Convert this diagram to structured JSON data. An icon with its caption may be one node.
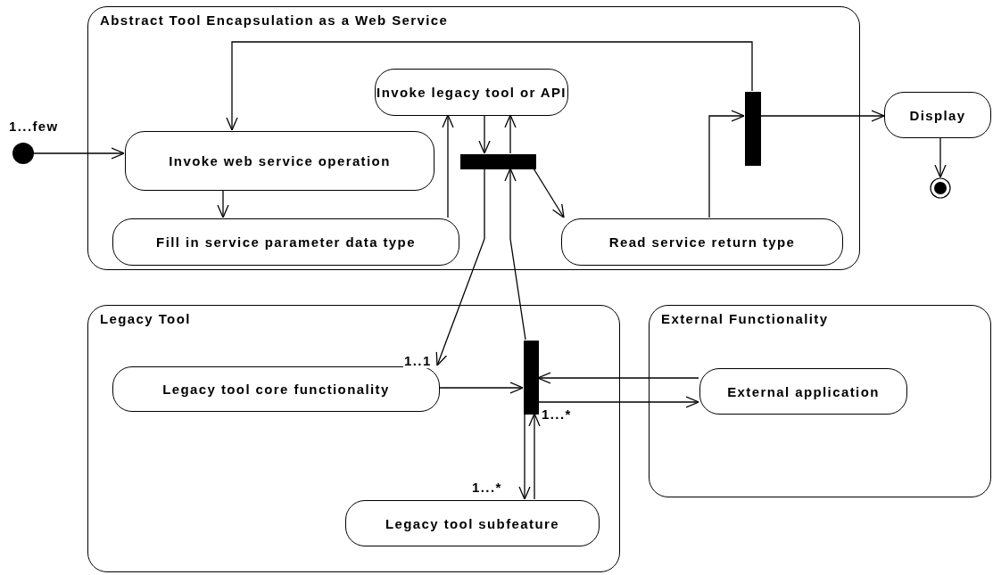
{
  "diagram": {
    "nodes": [
      {
        "text": [
          "Abstract Tool Encapsulation as a Web Service"
        ]
      },
      {
        "text": [],
        "shape": "circle",
        "beside": [
          "1...few"
        ]
      },
      {
        "text": [
          "Invoke web service operation"
        ],
        "in": 0
      },
      {
        "text": [
          "Fill in service parameter data type"
        ],
        "in": 0
      },
      {
        "text": [
          "Invoke legacy tool or API"
        ],
        "in": 0
      },
      {
        "text": [],
        "shape": "bar",
        "in": 0
      },
      {
        "text": [
          "Read service return type"
        ],
        "in": 0
      },
      {
        "text": [],
        "shape": "bar",
        "in": 0
      },
      {
        "text": [
          "Display"
        ]
      },
      {
        "text": [],
        "shape": "circle"
      },
      {
        "text": [
          "Legacy Tool"
        ]
      },
      {
        "text": [
          "Legacy tool core functionality"
        ],
        "in": 10
      },
      {
        "text": [],
        "shape": "bar",
        "in": 10
      },
      {
        "text": [
          "Legacy tool subfeature"
        ],
        "in": 10
      },
      {
        "text": [
          "External Functionality"
        ]
      },
      {
        "text": [
          "External application"
        ],
        "in": 14
      }
    ],
    "edges": [
      {
        "from": 1,
        "to": 2,
        "arrow": "to"
      },
      {
        "from": 2,
        "to": 3,
        "arrow": "to"
      },
      {
        "from": 3,
        "to": 4,
        "arrow": "to"
      },
      {
        "from": 4,
        "to": 5,
        "arrow": "to"
      },
      {
        "from": 5,
        "to": 4,
        "arrow": "to"
      },
      {
        "from": 5,
        "to": 6,
        "arrow": "to"
      },
      {
        "from": 5,
        "to": 11,
        "arrow": "to",
        "label": "1..1"
      },
      {
        "from": 12,
        "to": 5,
        "arrow": "to"
      },
      {
        "from": 6,
        "to": 7,
        "arrow": "to"
      },
      {
        "from": 7,
        "to": 2,
        "arrow": "to"
      },
      {
        "from": 7,
        "to": 8,
        "arrow": "to"
      },
      {
        "from": 8,
        "to": 9,
        "arrow": "to"
      },
      {
        "from": 11,
        "to": 12,
        "arrow": "to"
      },
      {
        "from": 15,
        "to": 12,
        "arrow": "to"
      },
      {
        "from": 12,
        "to": 15,
        "arrow": "to",
        "label": "1...*"
      },
      {
        "from": 12,
        "to": 13,
        "arrow": "to",
        "label": "1...*"
      },
      {
        "from": 13,
        "to": 12,
        "arrow": "to"
      }
    ]
  }
}
